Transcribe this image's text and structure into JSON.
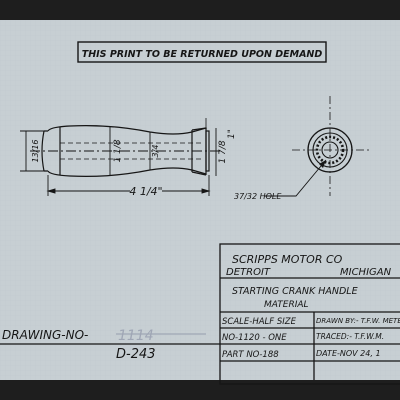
{
  "notice": "THIS PRINT TO BE RETURNED UPON DEMAND",
  "dimensions": {
    "end_diameter": "13/16",
    "grip_diameter": "1 1/8",
    "neck_diameter": "3/4",
    "collar_diameter": "1 7/8",
    "collar_length": "1\"",
    "overall_length": "4 1/4\"",
    "hole": "37/32 HOLE"
  },
  "title_block": {
    "company": "SCRIPPS MOTOR CO",
    "city": "DETROIT",
    "state": "MICHIGAN",
    "part_name": "STARTING CRANK HANDLE",
    "material_label": "MATERIAL",
    "scale": "SCALE-HALF SIZE",
    "drawn_by": "DRAWN BY:- T.F.W. METER",
    "no": "NO-1120 - ONE",
    "traced": "TRACED:- T.F.W.M.",
    "part_no": "PART NO-188",
    "date": "DATE-NOV 24, 1"
  },
  "drawing_no_label": "DRAWING-NO-",
  "drawing_no_struck": "1114",
  "drawing_no": "D-243",
  "colors": {
    "paper": "#c7cfd3",
    "ink": "#161616",
    "grid": "#b3bdc3",
    "strike": "#9fa6b5"
  }
}
